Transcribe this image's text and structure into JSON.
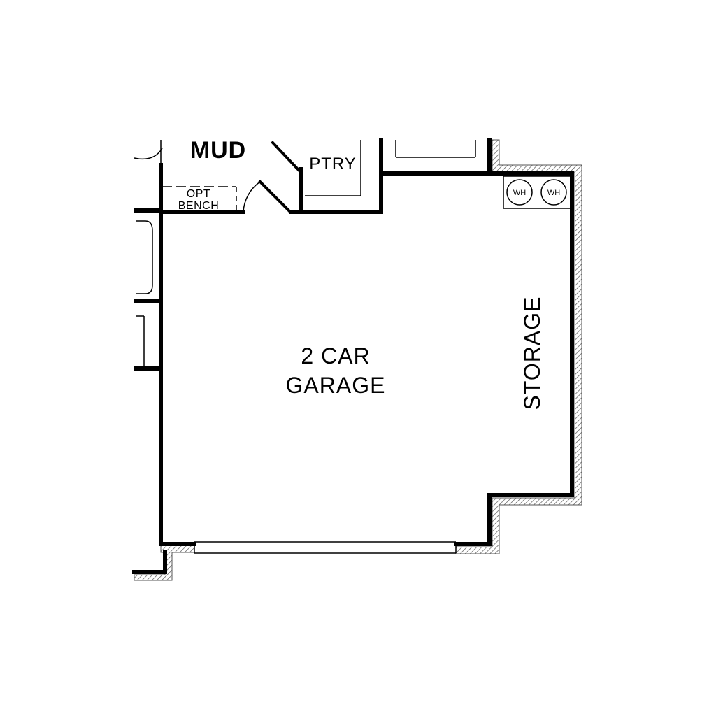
{
  "labels": {
    "mud": "MUD",
    "ptry": "PTRY",
    "opt": "OPT",
    "bench": "BENCH",
    "garage_line1": "2 CAR",
    "garage_line2": "GARAGE",
    "storage": "STORAGE",
    "water_heater_1": "WH",
    "water_heater_2": "WH"
  },
  "colors": {
    "wall": "#000000",
    "background": "#ffffff",
    "hatch": "#555555"
  }
}
